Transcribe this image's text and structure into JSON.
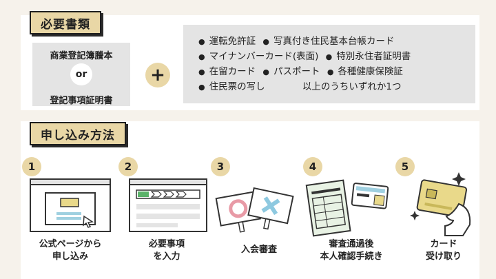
{
  "required_docs": {
    "heading": "必要書類",
    "doc_a": "商業登記簿謄本",
    "or_text": "or",
    "doc_b": "登記事項証明書",
    "plus": "+",
    "id_rows": [
      [
        "運転免許証",
        "写真付き住民基本台帳カード"
      ],
      [
        "マイナンバーカード(表面)",
        "特別永住者証明書"
      ],
      [
        "在留カード",
        "パスポート",
        "各種健康保険証"
      ],
      [
        "住民票の写し"
      ]
    ],
    "id_note": "以上のうちいずれか1つ",
    "bullet_symbol": "●"
  },
  "application": {
    "heading": "申し込み方法",
    "steps": [
      {
        "num": "1",
        "label_line1": "公式ページから",
        "label_line2": "申し込み",
        "icon": "web-page-icon"
      },
      {
        "num": "2",
        "label_line1": "必要事項",
        "label_line2": "を入力",
        "icon": "form-input-icon"
      },
      {
        "num": "3",
        "label_line1": "入会審査",
        "label_line2": "",
        "icon": "review-signs-icon"
      },
      {
        "num": "4",
        "label_line1": "審査通過後",
        "label_line2": "本人確認手続き",
        "icon": "id-verification-icon"
      },
      {
        "num": "5",
        "label_line1": "カード",
        "label_line2": "受け取り",
        "icon": "card-receive-icon"
      }
    ]
  },
  "colors": {
    "accent": "#e9d7a6",
    "panel_bg": "#e4e4e4",
    "page_bg": "#f6f2eb"
  }
}
